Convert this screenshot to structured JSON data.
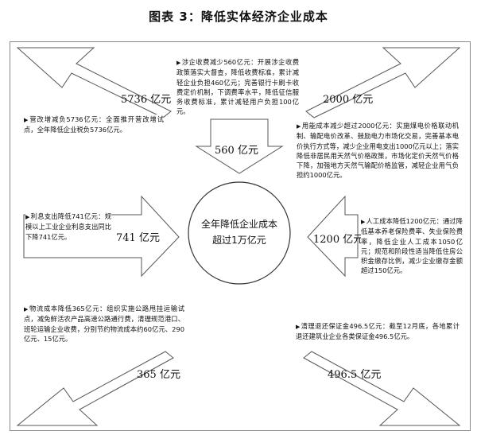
{
  "title": "图表 3：降低实体经济企业成本",
  "center": {
    "line1": "全年降低企业成本",
    "line2": "超过1万亿元"
  },
  "items": [
    {
      "id": "tax",
      "amount": "5736 亿元",
      "text": "营改增减负5736亿元：全面推开营改增试点，全年降低企业税负5736亿元。"
    },
    {
      "id": "fees",
      "amount": "560 亿元",
      "text": "涉企收费减少560亿元：开展涉企收费政策落实大督查，降低收费标准，累计减轻企业负担460亿元；完善银行卡刷卡收费定价机制，下调费率水平，降低征信服务收费标准，累计减轻用户负担100亿元。"
    },
    {
      "id": "energy",
      "amount": "2000 亿元",
      "text": "用能成本减少超过2000亿元：实施煤电价格联动机制、输配电价改革、鼓励电力市场化交易，完善基本电价执行方式等，减少企业用电支出1000亿元以上；落实降低非居民用天然气价格政策，市场化定价天然气价格下降，加强地方天然气输配价格监管，减轻企业用气负担约1000亿元。"
    },
    {
      "id": "interest",
      "amount": "741 亿元",
      "text": "利息支出降低741亿元：规模以上工业企业利息支出同比下降741亿元。"
    },
    {
      "id": "labor",
      "amount": "1200 亿元",
      "text": "人工成本降低1200亿元：通过降低基本养老保险费率、失业保险费率，降低企业人工成本1050亿元；规范和阶段性适当降低住房公积金缴存比例，减少企业缴存金额超过150亿元。"
    },
    {
      "id": "logistics",
      "amount": "365 亿元",
      "text": "物流成本降低365亿元：组织实施公路甩挂运输试点，减免鲜活农产品高速公路通行费，清理规范港口、班轮运输企业收费，分别节约物流成本约60亿元、290亿元、15亿元。"
    },
    {
      "id": "deposit",
      "amount": "496.5 亿元",
      "text": "清理退还保证金496.5亿元：截至12月底，各地累计退还建筑业企业各类保证金496.5亿元。"
    }
  ]
}
